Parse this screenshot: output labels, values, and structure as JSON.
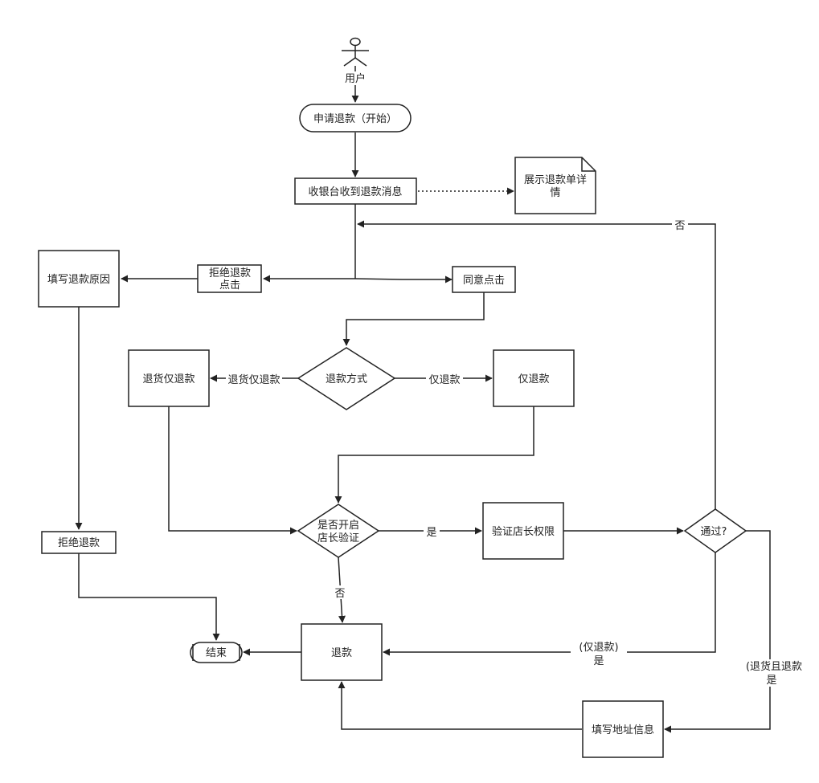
{
  "diagram": {
    "actor": "用户",
    "nodes": {
      "start": "申请退款（开始）",
      "cashier": "收银台收到退款消息",
      "show_detail_1": "展示退款单详",
      "show_detail_2": "情",
      "reject_click_1": "拒绝退款",
      "reject_click_2": "点击",
      "agree_click": "同意点击",
      "fill_reason": "填写退款原因",
      "refund_method": "退款方式",
      "return_refund": "退货仅退款",
      "refund_only": "仅退款",
      "manager_check_1": "是否开启",
      "manager_check_2": "店长验证",
      "verify_perm": "验证店长权限",
      "passed": "通过?",
      "reject_refund": "拒绝退款",
      "refund": "退款",
      "end": "结束",
      "fill_address": "填写地址信息"
    },
    "edge_labels": {
      "no_top": "否",
      "return_refund": "退货仅退款",
      "refund_only": "仅退款",
      "yes_mid": "是",
      "no_mid": "否",
      "refund_only_yes_1": "(仅退款)",
      "refund_only_yes_2": "是",
      "return_yes_1": "(退货且退款",
      "return_yes_2": "是"
    }
  }
}
